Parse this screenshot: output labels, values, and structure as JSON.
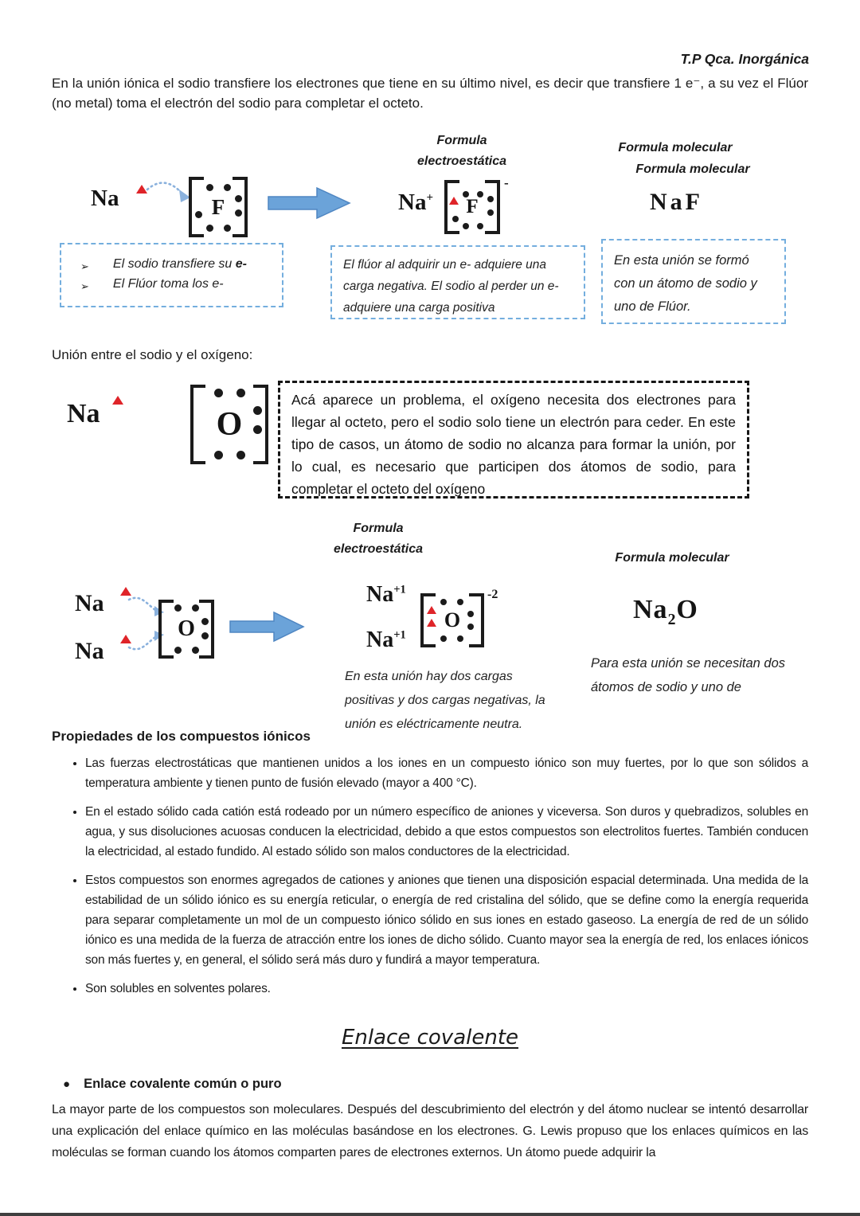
{
  "header": {
    "title": "T.P Qca. Inorgánica"
  },
  "intro": {
    "text": "En la unión iónica el sodio transfiere los electrones que tiene en su último nivel, es decir que transfiere 1 e⁻, a su vez el Flúor (no metal) toma el electrón del sodio para completar el octeto."
  },
  "fig_naf": {
    "heading_electrostatic": {
      "line1": "Formula",
      "line2": "electroestática"
    },
    "heading_molecular_1": "Formula molecular",
    "heading_molecular_2": "Formula molecular",
    "sodium": "Na",
    "fluorine": "F",
    "sodium_cation": "Na",
    "cation_charge": "+",
    "anion_charge": "-",
    "molecular_formula": "NaF",
    "note_transfer": {
      "bullet_icon": "➢",
      "line1_text": "El sodio transfiere su ",
      "line1_bold": "e-",
      "line2": "El Flúor toma los e-"
    },
    "note_charges": "El flúor al adquirir un e- adquiere una carga negativa. El sodio al perder un e- adquiere una carga positiva",
    "note_formed": "En esta unión se formó con un átomo de sodio y uno de Flúor."
  },
  "union_section": {
    "heading": "Unión entre el sodio y el oxígeno:",
    "sodium": "Na",
    "oxygen": "O",
    "problem_note": "Acá aparece un problema, el oxígeno necesita dos electrones para llegar al octeto, pero el sodio solo tiene un electrón para ceder. En este tipo de casos, un átomo de sodio no alcanza para formar la unión, por lo cual, es necesario que participen dos átomos de sodio, para completar el octeto del oxígeno"
  },
  "fig_na2o": {
    "heading_electrostatic": {
      "line1": "Formula",
      "line2": "electroestática"
    },
    "heading_molecular": "Formula molecular",
    "sodium_top": "Na",
    "sodium_bottom": "Na",
    "oxygen": "O",
    "sodium_cation_top": "Na",
    "sodium_cation_bottom": "Na",
    "cation_charge": "+1",
    "anion_charge": "-2",
    "molecular_formula": {
      "part1": "Na",
      "subscript": "2",
      "part2": "O"
    },
    "caption_neutral": "En esta unión hay dos cargas positivas y dos cargas negativas, la unión es eléctricamente neutra.",
    "caption_atoms": "Para esta unión se necesitan dos átomos de sodio y uno de"
  },
  "properties": {
    "title": "Propiedades de los compuestos iónicos",
    "bullets": [
      "Las fuerzas electrostáticas que mantienen unidos a los iones en un compuesto iónico son muy fuertes, por lo que son sólidos a temperatura ambiente y tienen punto de fusión elevado (mayor a 400 °C).",
      "En el estado sólido cada catión está rodeado por un número específico de aniones y viceversa. Son duros y quebradizos, solubles en agua, y sus disoluciones acuosas conducen la electricidad, debido a que estos compuestos son electrolitos fuertes. También conducen la electricidad, al estado fundido. Al estado sólido son malos conductores de la electricidad.",
      "Estos compuestos son enormes agregados de cationes y aniones que tienen una disposición espacial determinada. Una medida de la estabilidad de un sólido iónico es su energía reticular, o energía de red cristalina del sólido, que se define como la energía requerida para separar completamente un mol de un compuesto iónico sólido en sus iones en estado gaseoso. La energía de red de un sólido iónico es una medida de la fuerza de atracción entre los iones de dicho sólido. Cuanto mayor sea la energía de red, los enlaces iónicos son más fuertes y, en general, el sólido será más duro y fundirá a mayor temperatura.",
      "Son solubles en solventes polares."
    ]
  },
  "covalent": {
    "heading": "Enlace covalente",
    "subheading": "Enlace covalente común o puro",
    "bullet_icon": "●",
    "paragraph": "La mayor parte de los compuestos son moleculares. Después del descubrimiento del electrón y del átomo nuclear se intentó desarrollar una explicación del enlace químico en las moléculas basándose en los electrones. G. Lewis propuso que los enlaces químicos en las moléculas se forman cuando los átomos comparten pares de electrones externos. Un átomo puede adquirir la"
  },
  "colors": {
    "ink": "#1b1b1b",
    "arrow-blue": "#6ba3d9",
    "arrow-blue-border": "#4f86c2",
    "dotted-arrow-blue": "#8ab1dd",
    "electron-red": "#df2429",
    "note-border-blue": "#74aede"
  }
}
